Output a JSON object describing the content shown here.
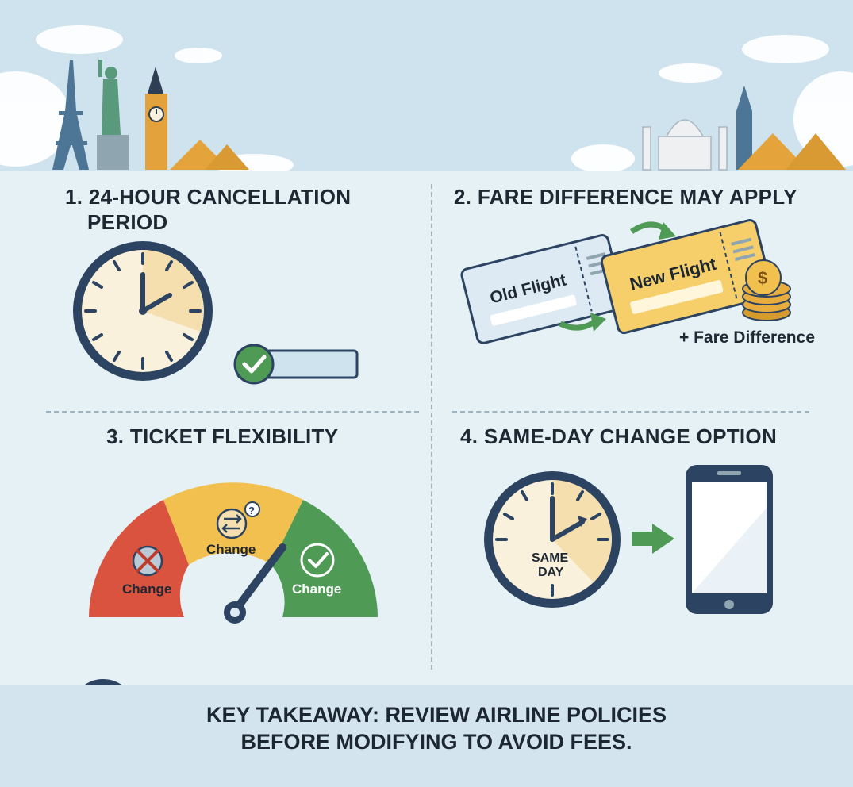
{
  "sections": [
    {
      "number": "1.",
      "title_line1": "24-HOUR CANCELLATION",
      "title_line2": "PERIOD"
    },
    {
      "number": "2.",
      "title": "FARE DIFFERENCE MAY APPLY"
    },
    {
      "number": "3.",
      "title": "TICKET FLEXIBILITY"
    },
    {
      "number": "4.",
      "title": "SAME-DAY CHANGE OPTION"
    }
  ],
  "tickets": {
    "old_label": "Old Flight",
    "new_label": "New Flight",
    "coin_symbol": "$",
    "fare_note": "+ Fare Difference"
  },
  "gauge": {
    "left_label": "Change",
    "middle_label": "Change",
    "right_label": "Change",
    "help_symbol": "?"
  },
  "same_day": {
    "line1": "SAME",
    "line2": "DAY"
  },
  "takeaway": {
    "line1": "KEY TAKEAWAY: REVIEW AIRLINE POLICIES",
    "line2": "BEFORE MODIFYING TO AVOID FEES."
  },
  "colors": {
    "red": "#d9533f",
    "yellow": "#f2c04f",
    "green": "#4f9a55",
    "navy": "#2c4461",
    "ticket_blue": "#dde9f3",
    "ticket_gold": "#f7cf6a"
  },
  "icons": [
    "eiffel-tower-icon",
    "statue-of-liberty-icon",
    "big-ben-icon",
    "pyramids-icon",
    "taj-mahal-icon",
    "clock-icon",
    "checkmark-icon",
    "arrow-icon",
    "coins-icon",
    "x-icon",
    "swap-icon",
    "phone-icon",
    "magnifier-icon",
    "warning-icon"
  ]
}
